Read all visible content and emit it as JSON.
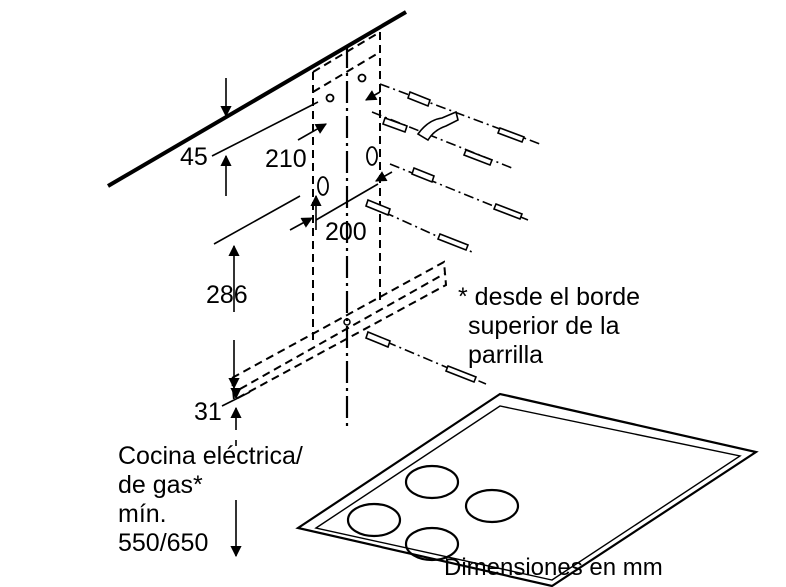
{
  "dimensions": {
    "d45": "45",
    "d210": "210",
    "d200": "200",
    "d286": "286",
    "d31": "31"
  },
  "note_lines": [
    "* desde el borde",
    "superior de la",
    "parrilla"
  ],
  "cooktop_lines": [
    "Cocina eléctrica/",
    "de gas*",
    "mín.",
    "550/650"
  ],
  "units_caption": "Dimensiones en mm"
}
